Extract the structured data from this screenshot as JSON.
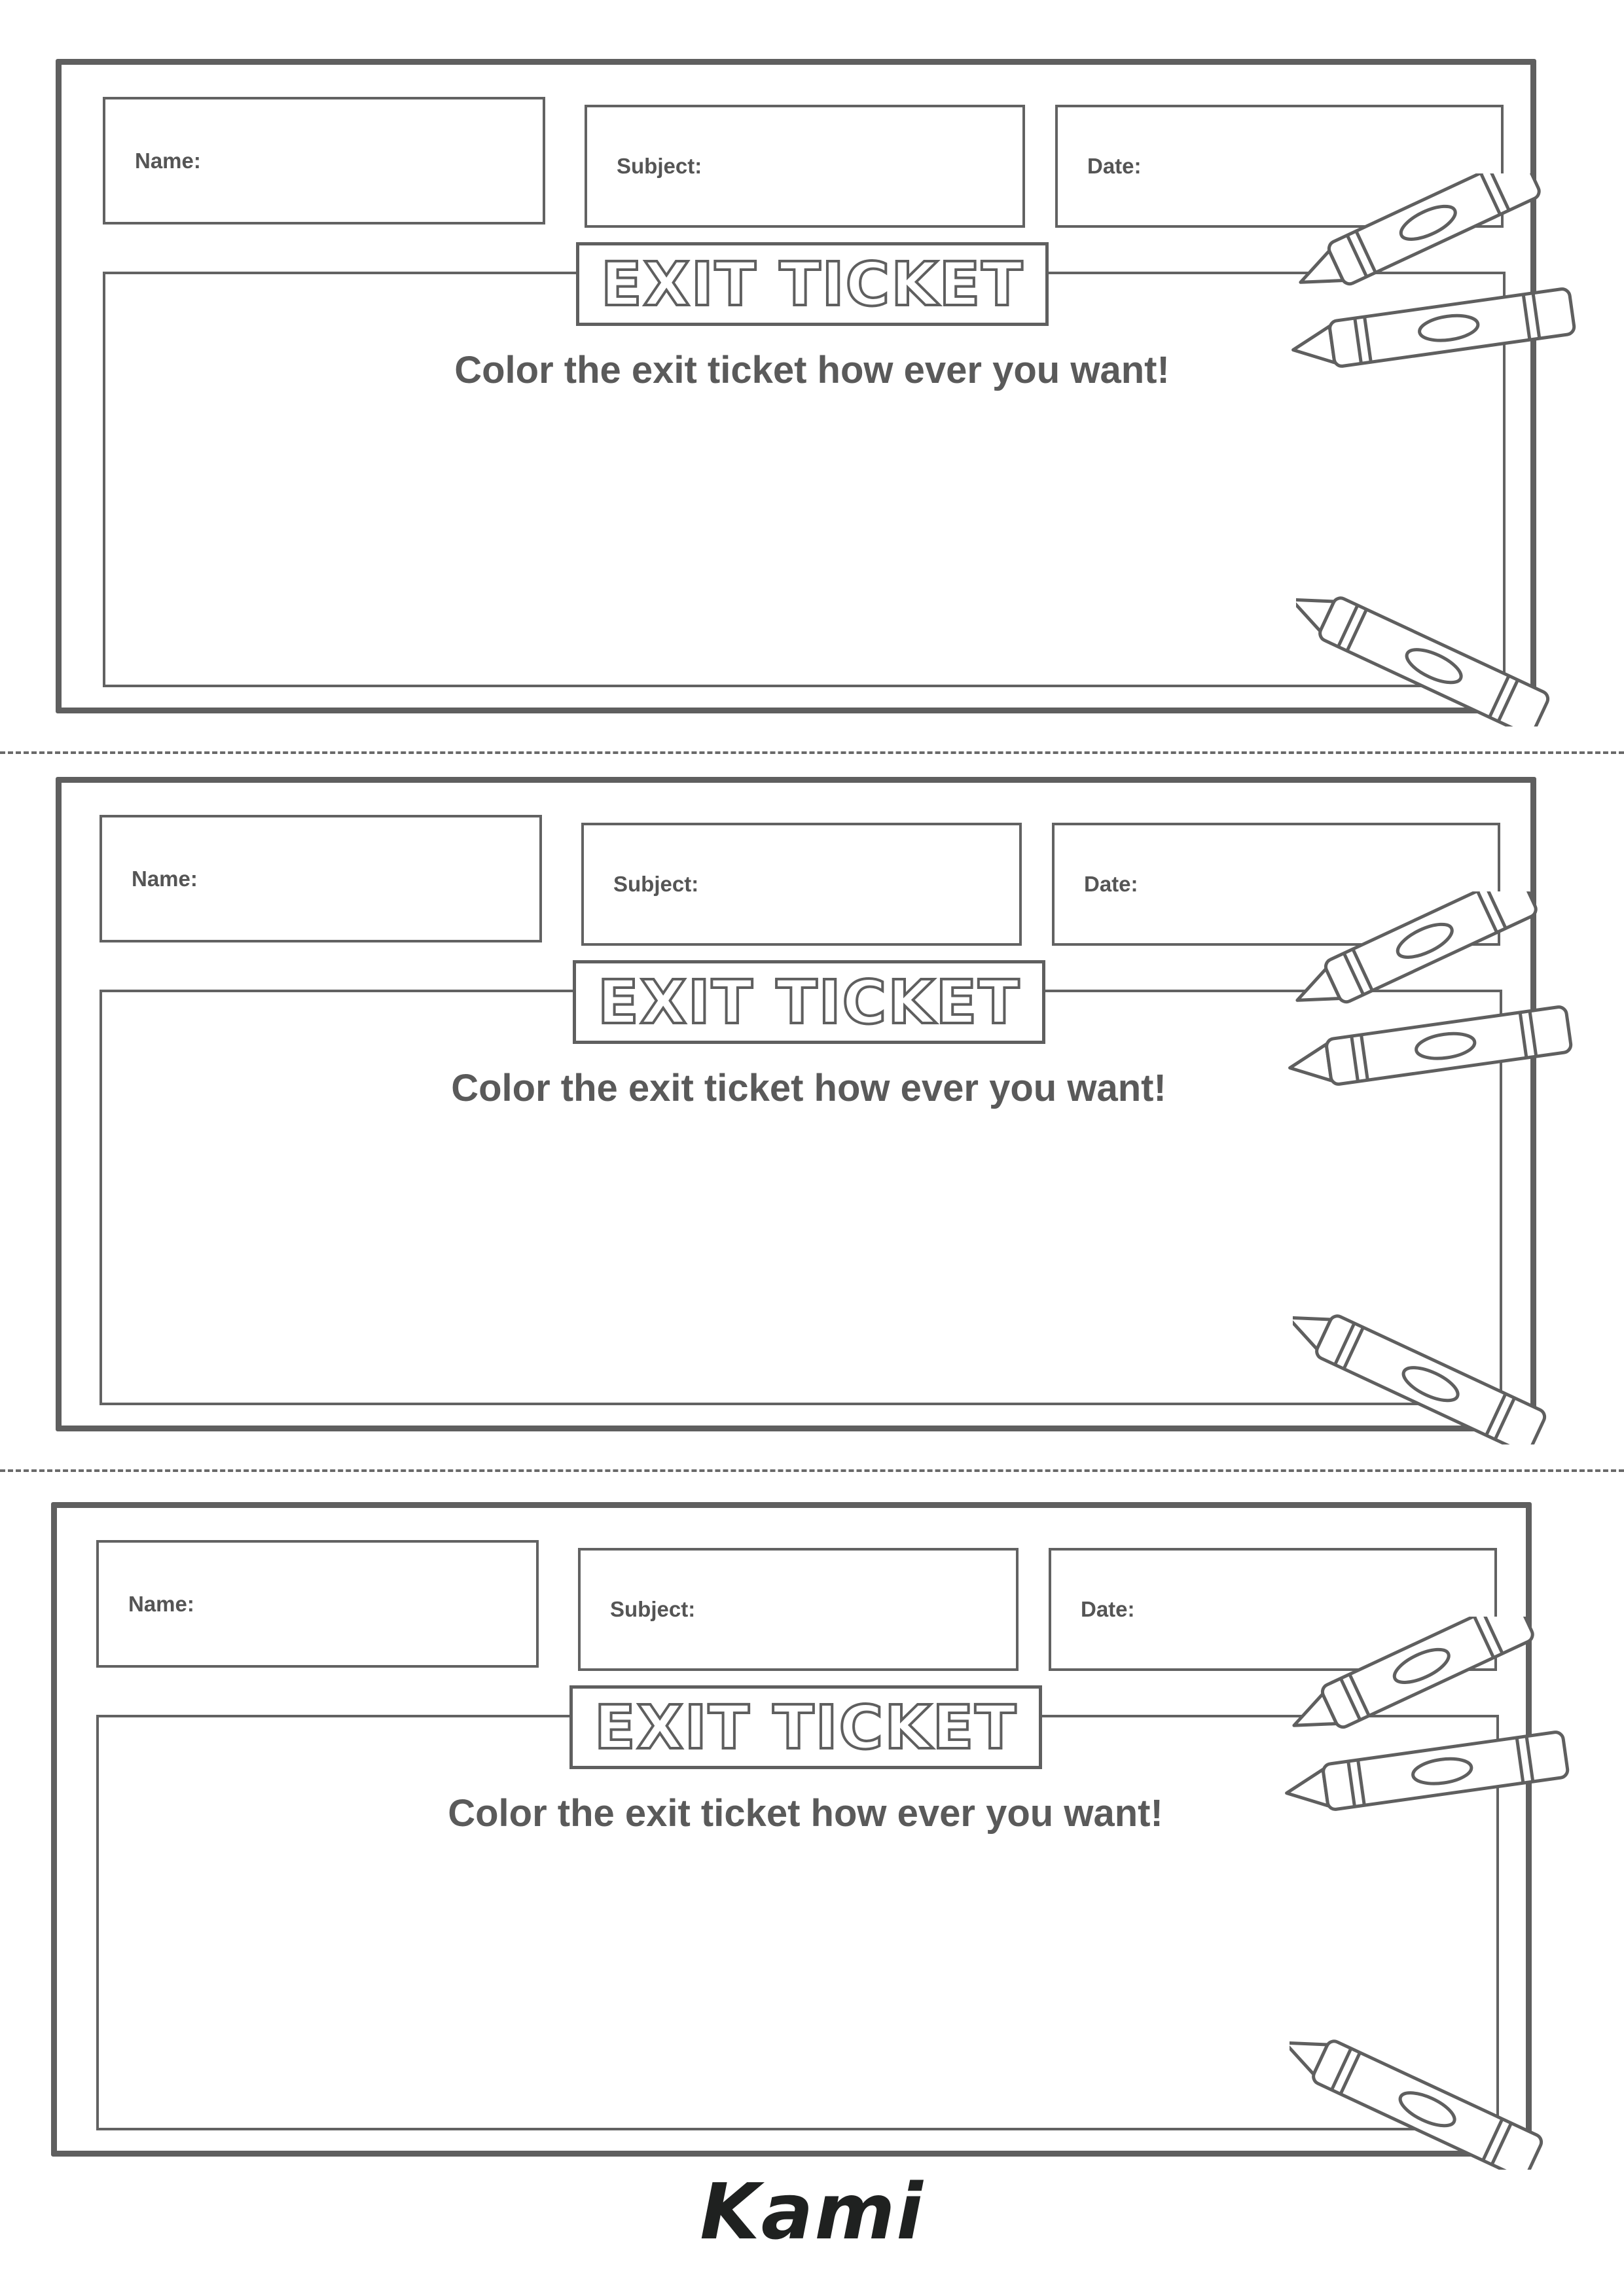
{
  "tickets": [
    {
      "name_label": "Name:",
      "subject_label": "Subject:",
      "date_label": "Date:",
      "title": "EXIT TICKET",
      "instruction": "Color the exit ticket how ever you want!"
    },
    {
      "name_label": "Name:",
      "subject_label": "Subject:",
      "date_label": "Date:",
      "title": "EXIT TICKET",
      "instruction": "Color the exit ticket how ever you want!"
    },
    {
      "name_label": "Name:",
      "subject_label": "Subject:",
      "date_label": "Date:",
      "title": "EXIT TICKET",
      "instruction": "Color the exit ticket how ever you want!"
    }
  ],
  "icons": {
    "crayon": "crayon-icon",
    "cut_line": "dashed-cut-line"
  },
  "colors": {
    "line": "#5f5f5f",
    "text": "#5a5a5a",
    "logo": "#1f2120"
  },
  "footer": {
    "logo_text": "Kami"
  }
}
